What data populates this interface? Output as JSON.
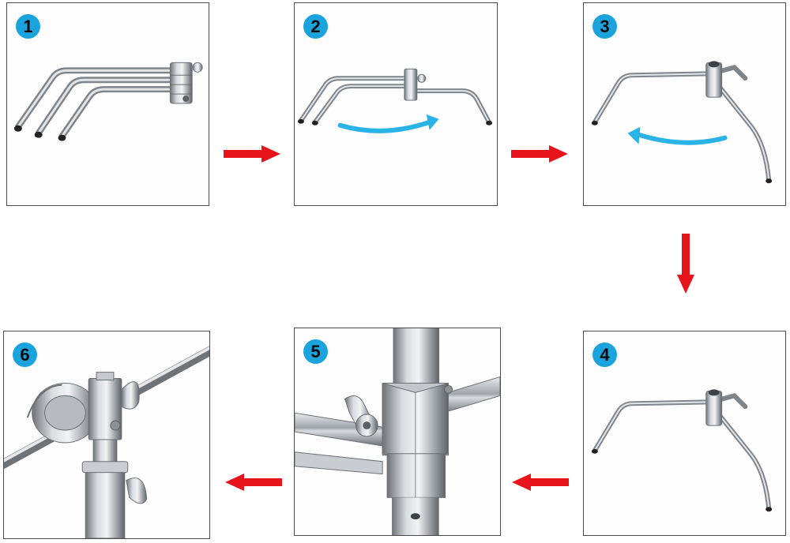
{
  "steps": [
    {
      "number": "1"
    },
    {
      "number": "2"
    },
    {
      "number": "3"
    },
    {
      "number": "4"
    },
    {
      "number": "5"
    },
    {
      "number": "6"
    }
  ],
  "colors": {
    "badge": "#1aa3dc",
    "arrow_red": "#e8141b",
    "rotate_arrow": "#2ab3e6",
    "metal": "#a9aeb4",
    "panel_border": "#4a4a4a"
  },
  "icons": {
    "flow_arrow": "red-arrow-icon",
    "rotation": "curved-rotation-arrow-icon"
  }
}
